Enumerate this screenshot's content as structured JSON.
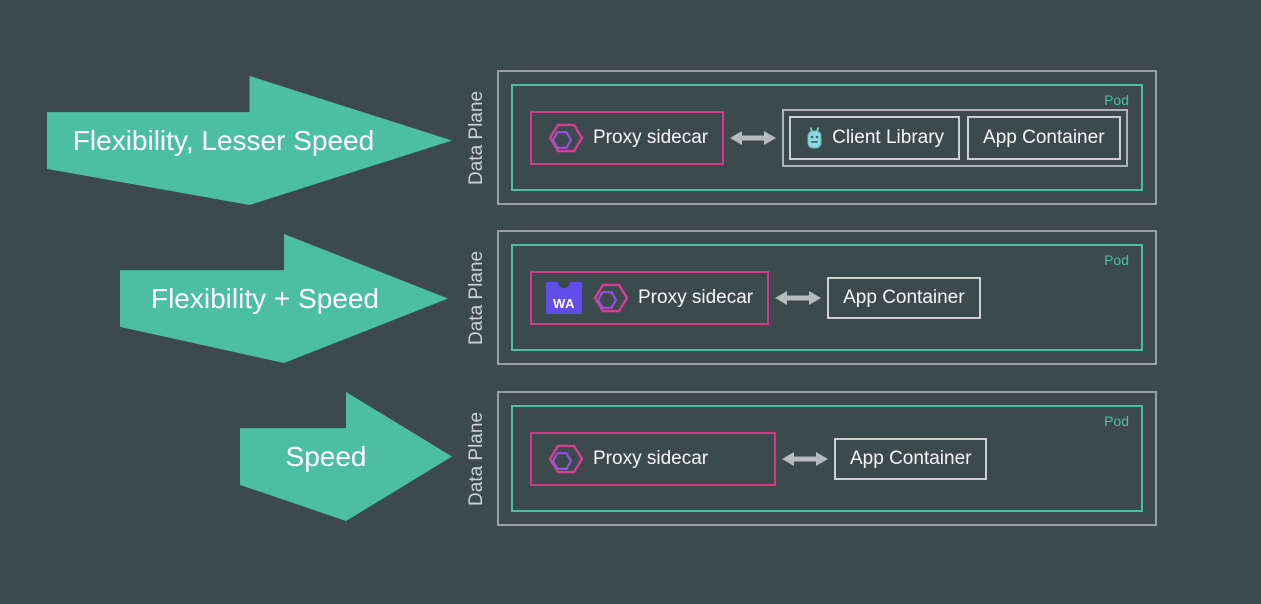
{
  "diagram": {
    "rows": [
      {
        "arrow_label": "Flexibility, Lesser Speed",
        "data_plane": "Data Plane",
        "pod": "Pod",
        "proxy": "Proxy sidecar",
        "boxes": {
          "client_library": "Client Library",
          "app_container": "App Container"
        }
      },
      {
        "arrow_label": "Flexibility + Speed",
        "data_plane": "Data Plane",
        "pod": "Pod",
        "proxy": "Proxy sidecar",
        "wasm": "WA",
        "boxes": {
          "app_container": "App Container"
        }
      },
      {
        "arrow_label": "Speed",
        "data_plane": "Data Plane",
        "pod": "Pod",
        "proxy": "Proxy sidecar",
        "boxes": {
          "app_container": "App Container"
        }
      }
    ],
    "icons": {
      "proxy_logo": "envoy-proxy-hexagon-logo",
      "wasm_logo": "webassembly-logo",
      "client_library_icon": "client-library-mascot-icon",
      "connector": "double-headed-arrow-icon"
    },
    "colors": {
      "background": "#3d4a4d",
      "arrow": "#4cbfa3",
      "pod_border": "#4cbfa3",
      "proxy_border": "#d23a86",
      "outer_border": "#9aa0a2",
      "item_border": "#ccd0d1",
      "connector": "#b6bbbd",
      "wasm": "#5f4fe8",
      "text": "#ffffff"
    }
  }
}
